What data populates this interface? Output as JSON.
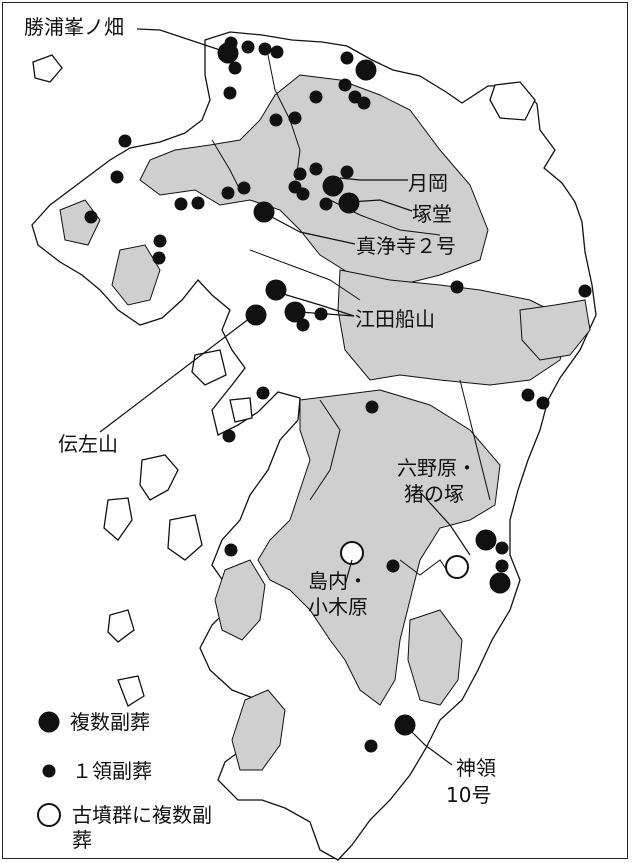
{
  "colors": {
    "filled": "#111111",
    "highland": "#cfcfcf",
    "open_fill": "#ffffff"
  },
  "sites": [
    {
      "id": "katsuura",
      "label": "勝浦峯ノ畑"
    },
    {
      "id": "tsukioka",
      "label": "月岡"
    },
    {
      "id": "tsukado",
      "label": "塚堂"
    },
    {
      "id": "shinjoji",
      "label": "真浄寺２号"
    },
    {
      "id": "etafunayama",
      "label": "江田船山"
    },
    {
      "id": "densazan",
      "label": "伝左山"
    },
    {
      "id": "rokuyabaru",
      "label": "六野原・猪の塚"
    },
    {
      "id": "shimauchi",
      "label": "島内・小木原"
    },
    {
      "id": "jinryo",
      "label": "神領10号"
    }
  ],
  "labels": {
    "katsuura": "勝浦峯ノ畑",
    "tsukioka": "月岡",
    "tsukado": "塚堂",
    "shinjoji": "真浄寺２号",
    "etafunayama": "江田船山",
    "densazan": "伝左山",
    "rokuyabaru_1": "六野原・",
    "rokuyabaru_2": "猪の塚",
    "shimauchi_1": "島内・",
    "shimauchi_2": "小木原",
    "jinryo_1": "神領",
    "jinryo_2": "10号"
  },
  "legend": {
    "multiple": "複数副葬",
    "single": "１領副葬",
    "group_1": "古墳群に複数副",
    "group_2": "葬"
  },
  "markers": {
    "large": [
      [
        228,
        53
      ],
      [
        366,
        70
      ],
      [
        333,
        186
      ],
      [
        349,
        203
      ],
      [
        264,
        212
      ],
      [
        276,
        290
      ],
      [
        256,
        315
      ],
      [
        295,
        312
      ],
      [
        486,
        540
      ],
      [
        500,
        583
      ],
      [
        405,
        725
      ]
    ],
    "small": [
      [
        231,
        43
      ],
      [
        248,
        47
      ],
      [
        265,
        49
      ],
      [
        277,
        52
      ],
      [
        235,
        68
      ],
      [
        230,
        93
      ],
      [
        347,
        58
      ],
      [
        345,
        85
      ],
      [
        355,
        97
      ],
      [
        364,
        103
      ],
      [
        316,
        97
      ],
      [
        276,
        120
      ],
      [
        295,
        118
      ],
      [
        125,
        141
      ],
      [
        117,
        177
      ],
      [
        91,
        217
      ],
      [
        181,
        204
      ],
      [
        198,
        203
      ],
      [
        228,
        193
      ],
      [
        244,
        188
      ],
      [
        300,
        174
      ],
      [
        316,
        169
      ],
      [
        347,
        172
      ],
      [
        295,
        187
      ],
      [
        303,
        194
      ],
      [
        326,
        204
      ],
      [
        160,
        241
      ],
      [
        159,
        258
      ],
      [
        321,
        314
      ],
      [
        303,
        325
      ],
      [
        457,
        287
      ],
      [
        585,
        291
      ],
      [
        263,
        393
      ],
      [
        528,
        395
      ],
      [
        543,
        403
      ],
      [
        372,
        407
      ],
      [
        229,
        436
      ],
      [
        502,
        548
      ],
      [
        502,
        566
      ],
      [
        231,
        550
      ],
      [
        393,
        566
      ],
      [
        371,
        746
      ]
    ],
    "open": [
      [
        352,
        553
      ],
      [
        457,
        567
      ]
    ]
  }
}
